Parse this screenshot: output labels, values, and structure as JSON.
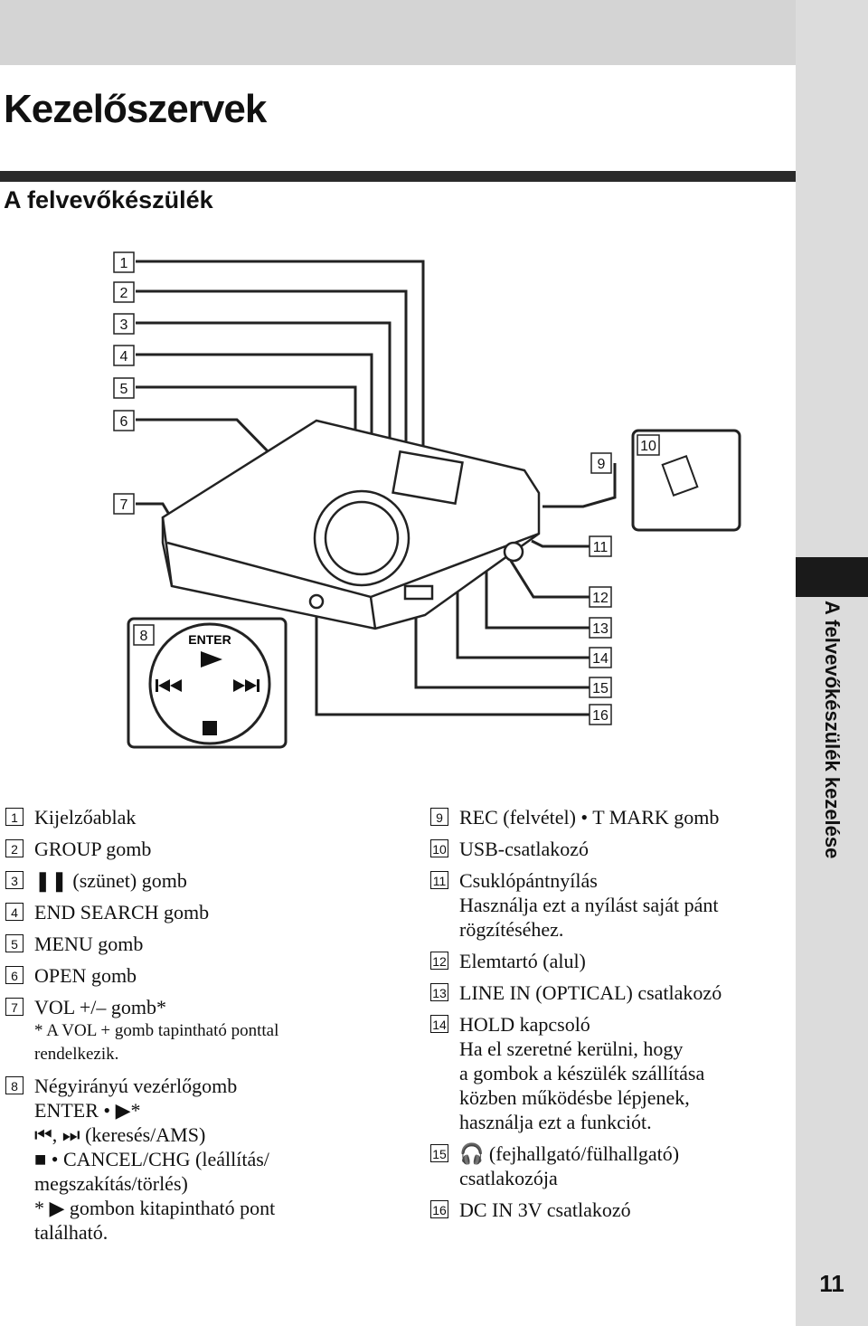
{
  "page": {
    "title": "Kezelőszervek",
    "subtitle": "A felvevőkészülék",
    "side_label": "A felvevőkészülék kezelése",
    "page_number": "11"
  },
  "figure": {
    "inset_label": "ENTER",
    "callouts": [
      "1",
      "2",
      "3",
      "4",
      "5",
      "6",
      "7",
      "8",
      "9",
      "10",
      "11",
      "12",
      "13",
      "14",
      "15",
      "16"
    ]
  },
  "items_left": [
    {
      "num": "1",
      "lines": [
        "Kijelzőablak"
      ]
    },
    {
      "num": "2",
      "lines": [
        "GROUP gomb"
      ]
    },
    {
      "num": "3",
      "lines": [
        "❚❚ (szünet) gomb"
      ]
    },
    {
      "num": "4",
      "lines": [
        "END SEARCH gomb"
      ]
    },
    {
      "num": "5",
      "lines": [
        "MENU gomb"
      ]
    },
    {
      "num": "6",
      "lines": [
        "OPEN gomb"
      ]
    },
    {
      "num": "7",
      "lines": [
        "VOL +/– gomb*"
      ],
      "note": [
        "* A VOL + gomb tapintható ponttal",
        "rendelkezik."
      ]
    },
    {
      "num": "8",
      "lines": [
        "Négyirányú vezérlőgomb",
        "ENTER • ▶*",
        "⏮, ⏭ (keresés/AMS)",
        "■ • CANCEL/CHG (leállítás/",
        "megszakítás/törlés)",
        "* ▶ gombon kitapintható pont",
        "található."
      ]
    }
  ],
  "items_right": [
    {
      "num": "9",
      "lines": [
        "REC (felvétel) • T MARK gomb"
      ]
    },
    {
      "num": "10",
      "lines": [
        "USB-csatlakozó"
      ]
    },
    {
      "num": "11",
      "lines": [
        "Csuklópántnyílás",
        "Használja ezt a nyílást saját pánt",
        "rögzítéséhez."
      ]
    },
    {
      "num": "12",
      "lines": [
        "Elemtartó (alul)"
      ]
    },
    {
      "num": "13",
      "lines": [
        "LINE IN (OPTICAL) csatlakozó"
      ]
    },
    {
      "num": "14",
      "lines": [
        "HOLD kapcsoló",
        "Ha el szeretné kerülni, hogy",
        "a gombok a készülék szállítása",
        "közben működésbe lépjenek,",
        "használja ezt a funkciót."
      ]
    },
    {
      "num": "15",
      "lines": [
        "🎧 (fejhallgató/fülhallgató)",
        "csatlakozója"
      ]
    },
    {
      "num": "16",
      "lines": [
        "DC IN 3V csatlakozó"
      ]
    }
  ]
}
